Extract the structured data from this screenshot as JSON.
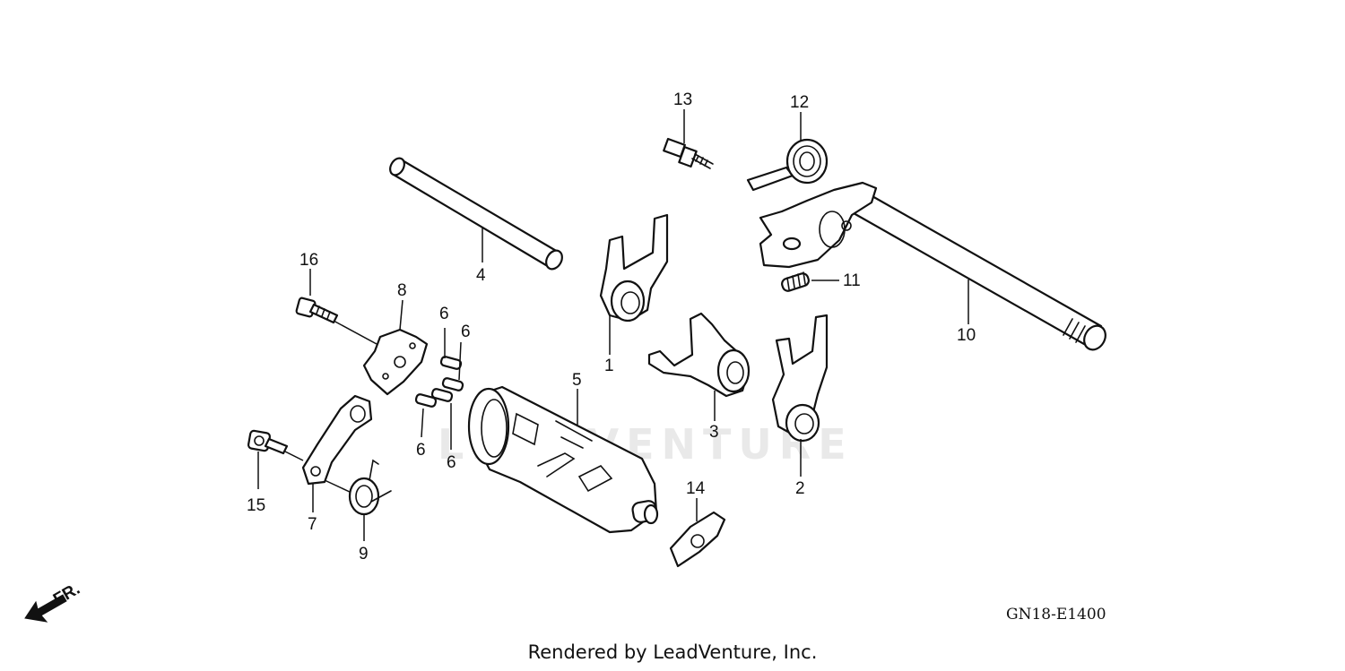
{
  "watermark": "LEADVENTURE",
  "direction_label": "FR.",
  "diagram_code": "GN18-E1400",
  "credit": "Rendered by LeadVenture, Inc.",
  "callouts": {
    "c1": "1",
    "c2": "2",
    "c3": "3",
    "c4": "4",
    "c5": "5",
    "c6a": "6",
    "c6b": "6",
    "c6c": "6",
    "c6d": "6",
    "c7": "7",
    "c8": "8",
    "c9": "9",
    "c10": "10",
    "c11": "11",
    "c12": "12",
    "c13": "13",
    "c14": "14",
    "c15": "15",
    "c16": "16"
  }
}
